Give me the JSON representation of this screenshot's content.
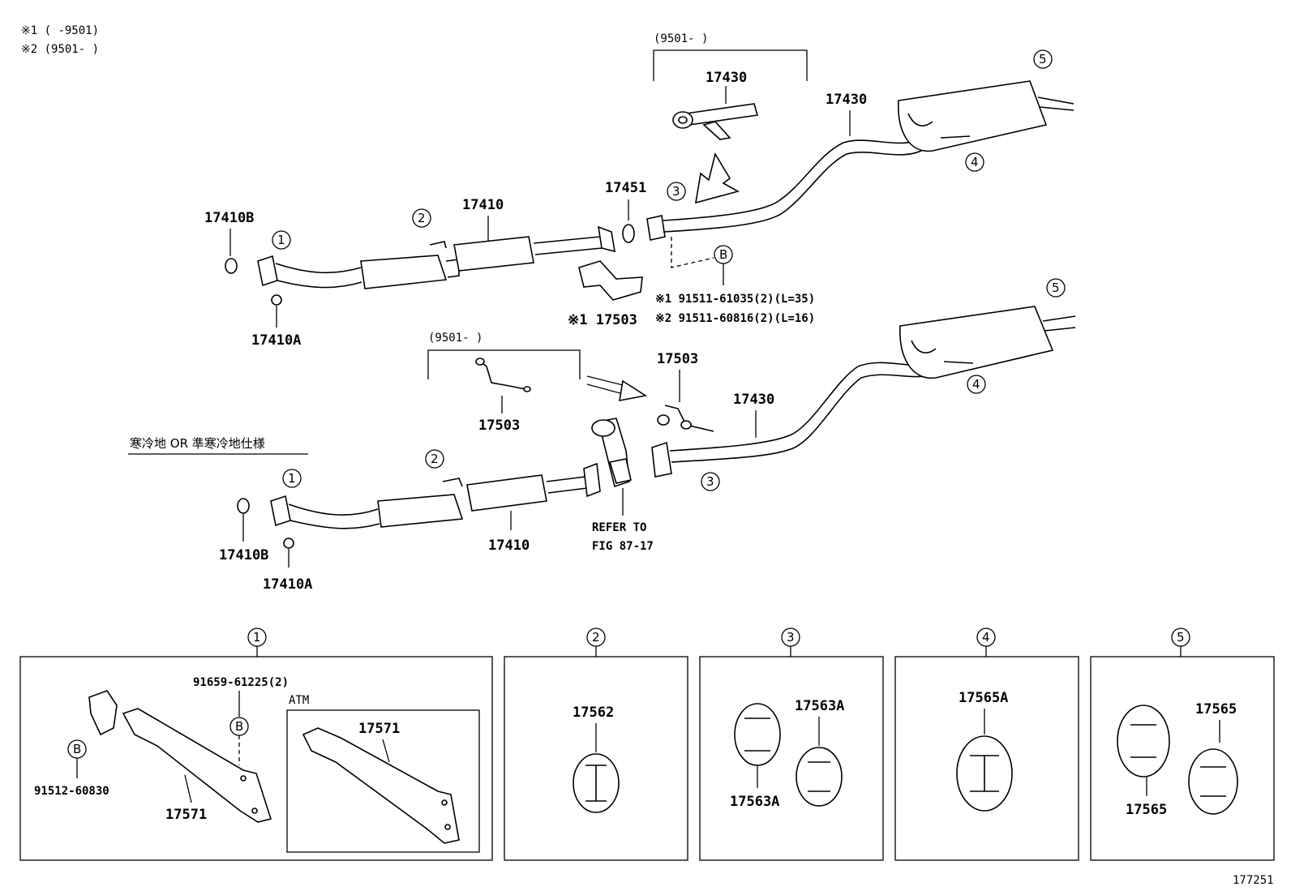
{
  "notes": {
    "note1": "※1 (      -9501)",
    "note2": "※2 (9501-      )"
  },
  "ranges": {
    "r1": "(9501-      )",
    "r2": "(9501-      )"
  },
  "region_label": "寒冷地 OR 準寒冷地仕様",
  "refer": {
    "line1": "REFER TO",
    "line2": "FIG 87-17"
  },
  "bolts": {
    "b1": "※1 91511-61035(2)(L=35)",
    "b2": "※2 91511-60816(2)(L=16)"
  },
  "parts_top": {
    "p17410B": "17410B",
    "p17410A": "17410A",
    "p17410": "17410",
    "p17451": "17451",
    "p17430_inset": "17430",
    "p17430": "17430",
    "p17503": "※1 17503"
  },
  "parts_bottom": {
    "p17503_inset": "17503",
    "p17503": "17503",
    "p17430": "17430",
    "p17410": "17410",
    "p17410B": "17410B",
    "p17410A": "17410A"
  },
  "circles": [
    "1",
    "2",
    "3",
    "4",
    "5"
  ],
  "circle_b": "B",
  "detail": {
    "box1": {
      "bolt": "91659-61225(2)",
      "atm": "ATM",
      "part_atm": "17571",
      "part": "17571",
      "bolt2": "91512-60830"
    },
    "box2": {
      "part": "17562"
    },
    "box3": {
      "part_a": "17563A",
      "part_b": "17563A"
    },
    "box4": {
      "part": "17565A"
    },
    "box5": {
      "part_a": "17565",
      "part_b": "17565"
    }
  },
  "figure_id": "177251"
}
